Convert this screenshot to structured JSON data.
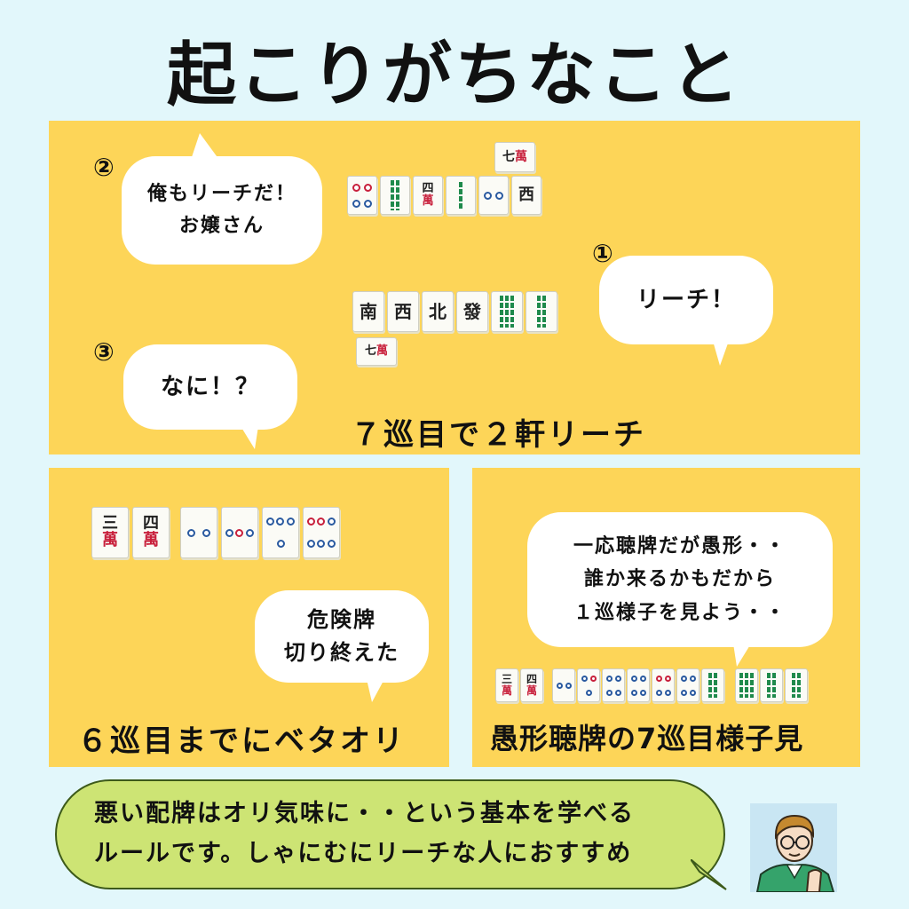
{
  "title": "起こりがちなこと",
  "top": {
    "num2": "②",
    "num1": "①",
    "num3": "③",
    "bubble2": [
      "俺もリーチだ！",
      "お嬢さん"
    ],
    "bubble1": "リーチ！",
    "bubble3": "なに！？",
    "caption": "７巡目で２軒リーチ",
    "tile_single_a": [
      "七",
      "萬"
    ],
    "tile_row_a": [
      "pin",
      "bam",
      "四萬",
      "bam",
      "pin",
      "西"
    ],
    "tile_row_b": [
      "南",
      "西",
      "北",
      "發"
    ],
    "tile_single_b": [
      "七",
      "萬"
    ]
  },
  "bottom_left": {
    "tiles_man": [
      [
        "三",
        "萬"
      ],
      [
        "四",
        "萬"
      ]
    ],
    "bubble": [
      "危険牌",
      "切り終えた"
    ],
    "caption": "６巡目までにベタオリ"
  },
  "bottom_right": {
    "bubble": [
      "一応聴牌だが愚形・・",
      "誰か来るかもだから",
      "１巡様子を見よう・・"
    ],
    "tiles_man": [
      [
        "三",
        "萬"
      ],
      [
        "四",
        "萬"
      ]
    ],
    "caption": "愚形聴牌の7巡目様子見"
  },
  "footer": {
    "line1": "悪い配牌はオリ気味に・・という基本を学べる",
    "line2": "ルールです。しゃにむにリーチな人におすすめ"
  },
  "colors": {
    "background": "#e2f7fb",
    "panel": "#fdd558",
    "footer_bubble": "#cde474",
    "man_red": "#c8203c",
    "pin_blue": "#2a5aa0",
    "sou_green": "#1f8a4c"
  }
}
